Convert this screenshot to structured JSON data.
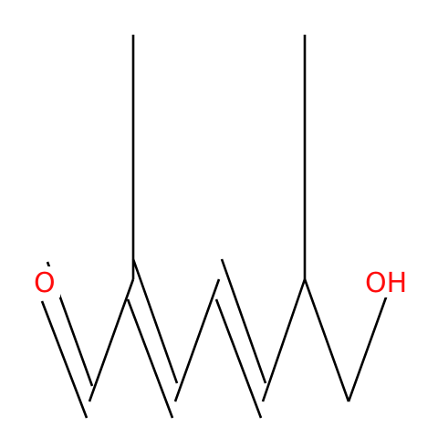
{
  "molecule": {
    "atoms": [
      {
        "id": "O1",
        "symbol": "O"
      },
      {
        "id": "O2",
        "symbol": "OH"
      }
    ],
    "colors": {
      "bond": "#000000",
      "heteroatom": "#ff0d0d",
      "background": "#ffffff"
    }
  }
}
